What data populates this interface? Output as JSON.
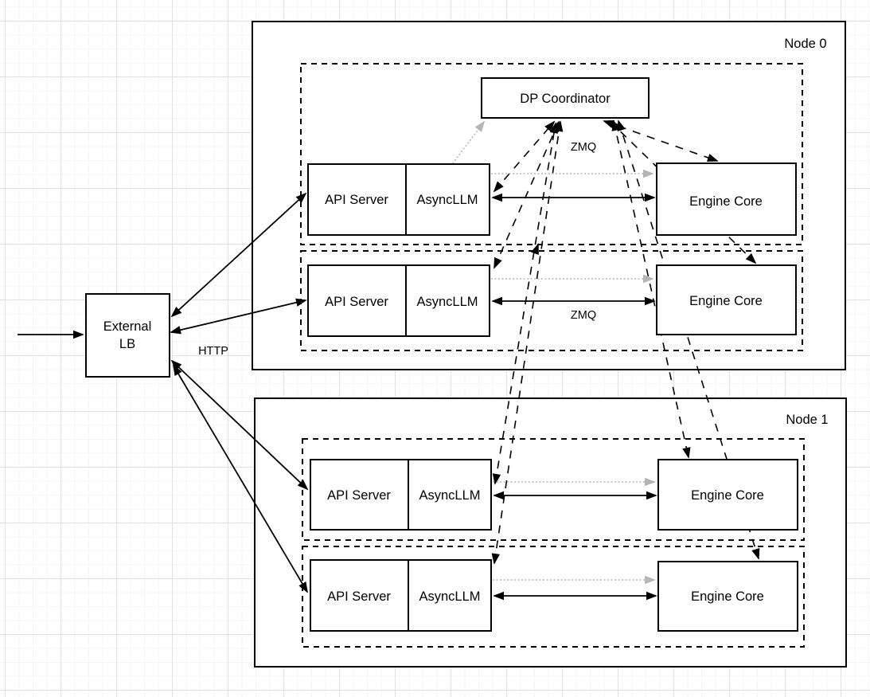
{
  "diagram": {
    "kind": "architecture-diagram",
    "labels": {
      "node0": "Node 0",
      "node1": "Node 1",
      "external_lb_line1": "External",
      "external_lb_line2": "LB",
      "dp_coordinator": "DP Coordinator",
      "api_server": "API Server",
      "async_llm": "AsyncLLM",
      "engine_core": "Engine Core",
      "http": "HTTP",
      "zmq": "ZMQ"
    },
    "colors": {
      "line": "#000000",
      "gray_dotted": "#b5b5b5",
      "box_fill": "#ffffff",
      "box_border": "#000000",
      "grid_major": "#e2e2e2",
      "grid_minor": "#f5f5f5"
    },
    "graph": {
      "nodes": [
        {
          "id": "external-lb",
          "label": "External LB"
        },
        {
          "id": "node0",
          "label": "Node 0",
          "children": [
            {
              "id": "dp-coordinator",
              "label": "DP Coordinator"
            },
            {
              "id": "node0-api-server-0",
              "label": "API Server"
            },
            {
              "id": "node0-asyncllm-0",
              "label": "AsyncLLM"
            },
            {
              "id": "node0-engine-core-0",
              "label": "Engine Core"
            },
            {
              "id": "node0-api-server-1",
              "label": "API Server"
            },
            {
              "id": "node0-asyncllm-1",
              "label": "AsyncLLM"
            },
            {
              "id": "node0-engine-core-1",
              "label": "Engine Core"
            }
          ]
        },
        {
          "id": "node1",
          "label": "Node 1",
          "children": [
            {
              "id": "node1-api-server-0",
              "label": "API Server"
            },
            {
              "id": "node1-asyncllm-0",
              "label": "AsyncLLM"
            },
            {
              "id": "node1-engine-core-0",
              "label": "Engine Core"
            },
            {
              "id": "node1-api-server-1",
              "label": "API Server"
            },
            {
              "id": "node1-asyncllm-1",
              "label": "AsyncLLM"
            },
            {
              "id": "node1-engine-core-1",
              "label": "Engine Core"
            }
          ]
        }
      ],
      "edges": [
        {
          "from": "client",
          "to": "external-lb",
          "style": "solid-arrow"
        },
        {
          "from": "external-lb",
          "to": "node0-api-server-0",
          "style": "solid-bidirectional",
          "label": "HTTP"
        },
        {
          "from": "external-lb",
          "to": "node0-api-server-1",
          "style": "solid-bidirectional",
          "label": "HTTP"
        },
        {
          "from": "external-lb",
          "to": "node1-api-server-0",
          "style": "solid-bidirectional",
          "label": "HTTP"
        },
        {
          "from": "external-lb",
          "to": "node1-api-server-1",
          "style": "solid-bidirectional",
          "label": "HTTP"
        },
        {
          "from": "node0-asyncllm-0",
          "to": "node0-engine-core-0",
          "style": "solid-bidirectional"
        },
        {
          "from": "node0-asyncllm-1",
          "to": "node0-engine-core-1",
          "style": "solid-bidirectional"
        },
        {
          "from": "node1-asyncllm-0",
          "to": "node1-engine-core-0",
          "style": "solid-bidirectional"
        },
        {
          "from": "node1-asyncllm-1",
          "to": "node1-engine-core-1",
          "style": "solid-bidirectional"
        },
        {
          "from": "node0-asyncllm-0",
          "to": "node0-engine-core-0",
          "style": "gray-dotted-arrow"
        },
        {
          "from": "node0-asyncllm-1",
          "to": "node0-engine-core-1",
          "style": "gray-dotted-arrow"
        },
        {
          "from": "node1-asyncllm-0",
          "to": "node1-engine-core-0",
          "style": "gray-dotted-arrow"
        },
        {
          "from": "node1-asyncllm-1",
          "to": "node1-engine-core-1",
          "style": "gray-dotted-arrow"
        },
        {
          "from": "node0-asyncllm-0",
          "to": "dp-coordinator",
          "style": "gray-dotted-arrow"
        },
        {
          "from": "node0-asyncllm-0",
          "to": "dp-coordinator",
          "style": "dashed-bidirectional",
          "label": "ZMQ"
        },
        {
          "from": "node0-asyncllm-1",
          "to": "dp-coordinator",
          "style": "dashed-bidirectional",
          "label": "ZMQ"
        },
        {
          "from": "node1-asyncllm-0",
          "to": "dp-coordinator",
          "style": "dashed-bidirectional",
          "label": "ZMQ"
        },
        {
          "from": "node1-asyncllm-1",
          "to": "dp-coordinator",
          "style": "dashed-bidirectional",
          "label": "ZMQ"
        },
        {
          "from": "dp-coordinator",
          "to": "node0-engine-core-0",
          "style": "dashed-bidirectional"
        },
        {
          "from": "dp-coordinator",
          "to": "node0-engine-core-1",
          "style": "dashed-bidirectional"
        },
        {
          "from": "dp-coordinator",
          "to": "node1-engine-core-0",
          "style": "dashed-bidirectional"
        },
        {
          "from": "dp-coordinator",
          "to": "node1-engine-core-1",
          "style": "dashed-bidirectional"
        }
      ]
    }
  }
}
